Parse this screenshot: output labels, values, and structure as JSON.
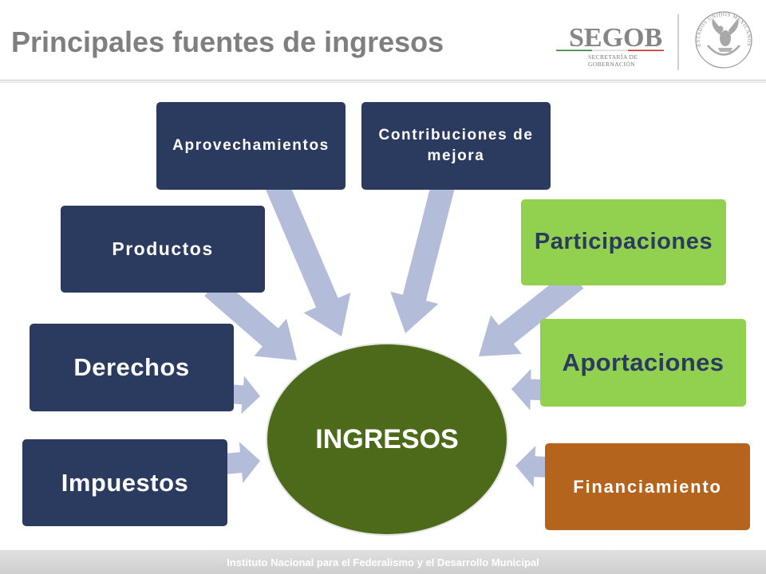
{
  "slide": {
    "title": "Principales fuentes de ingresos",
    "title_color": "#7F7F7F",
    "footer": "Instituto Nacional para el Federalismo y el Desarrollo Municipal"
  },
  "logo": {
    "name": "SEGOB",
    "subtitle_line1": "SECRETARÍA DE",
    "subtitle_line2": "GOBERNACIÓN",
    "seal_text": "ESTADOS UNIDOS MEXICANOS",
    "seal_icon": "mexican-coat-of-arms-icon",
    "brand_green": "#2E7D32",
    "brand_red": "#C62828",
    "brand_gray": "#858585"
  },
  "diagram": {
    "center": {
      "label": "INGRESOS",
      "color": "#4D6A1B",
      "text_color": "#FFFFFF"
    },
    "arrow_color": "#B3BCD9",
    "sources": [
      {
        "label": "Impuestos",
        "color": "#2B3A5F",
        "text_color": "#FFFFFF"
      },
      {
        "label": "Derechos",
        "color": "#2B3A5F",
        "text_color": "#FFFFFF"
      },
      {
        "label": "Productos",
        "color": "#2B3A5F",
        "text_color": "#FFFFFF"
      },
      {
        "label": "Aprovechamientos",
        "color": "#2B3A5F",
        "text_color": "#FFFFFF"
      },
      {
        "label": "Contribuciones de mejora",
        "color": "#2B3A5F",
        "text_color": "#FFFFFF"
      },
      {
        "label": "Participaciones",
        "color": "#92D050",
        "text_color": "#2B3A5F"
      },
      {
        "label": "Aportaciones",
        "color": "#92D050",
        "text_color": "#2B3A5F"
      },
      {
        "label": "Financiamiento",
        "color": "#B4641D",
        "text_color": "#FFFFFF"
      }
    ]
  }
}
